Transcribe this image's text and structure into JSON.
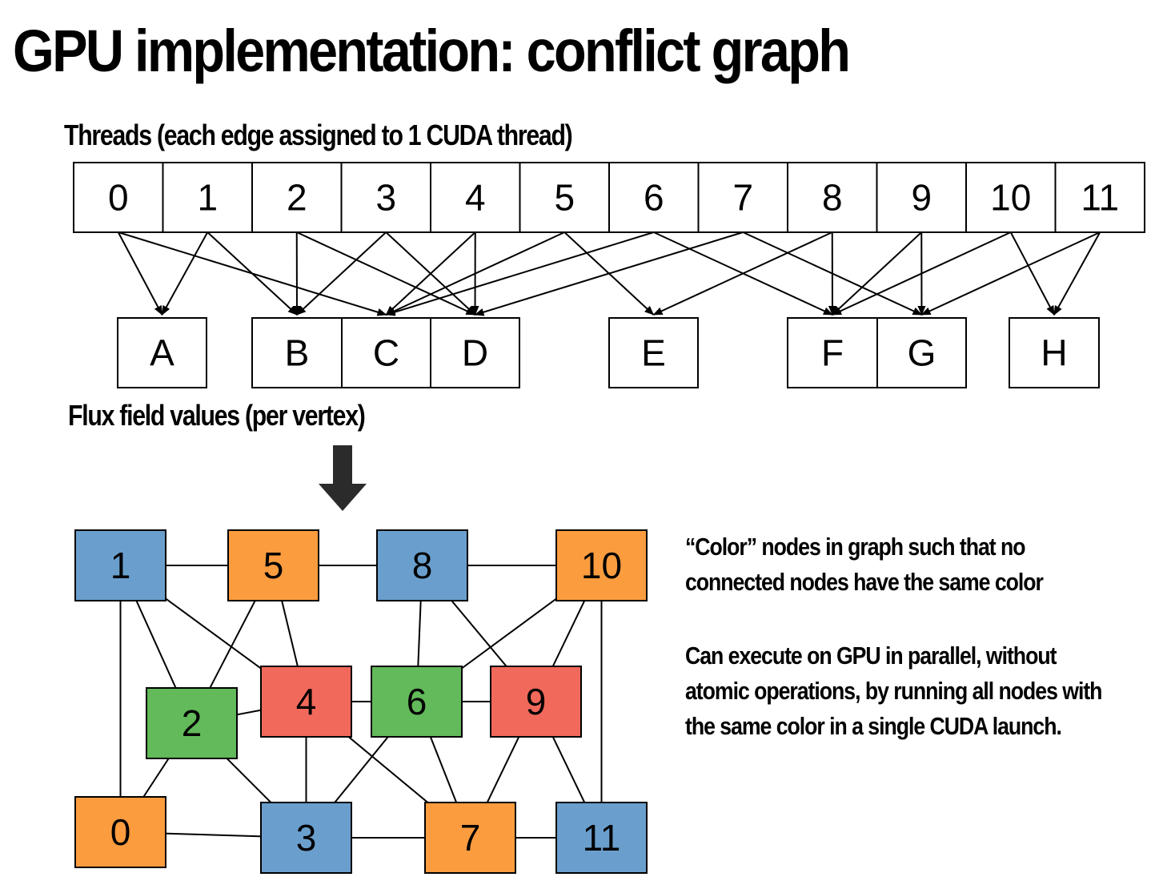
{
  "title": "GPU implementation: conflict graph",
  "threads_label": "Threads (each edge assigned to 1 CUDA thread)",
  "flux_label": "Flux field values (per vertex)",
  "threads": [
    "0",
    "1",
    "2",
    "3",
    "4",
    "5",
    "6",
    "7",
    "8",
    "9",
    "10",
    "11"
  ],
  "vertices": [
    "A",
    "B",
    "C",
    "D",
    "E",
    "F",
    "G",
    "H"
  ],
  "thread_edges": [
    {
      "thread": "0",
      "targets": [
        "A",
        "C"
      ]
    },
    {
      "thread": "1",
      "targets": [
        "A",
        "B"
      ]
    },
    {
      "thread": "2",
      "targets": [
        "B",
        "D"
      ]
    },
    {
      "thread": "3",
      "targets": [
        "B",
        "D"
      ]
    },
    {
      "thread": "4",
      "targets": [
        "C",
        "D"
      ]
    },
    {
      "thread": "5",
      "targets": [
        "C",
        "E"
      ]
    },
    {
      "thread": "6",
      "targets": [
        "C",
        "F"
      ]
    },
    {
      "thread": "7",
      "targets": [
        "D",
        "G"
      ]
    },
    {
      "thread": "8",
      "targets": [
        "E",
        "F"
      ]
    },
    {
      "thread": "9",
      "targets": [
        "F",
        "G"
      ]
    },
    {
      "thread": "10",
      "targets": [
        "F",
        "H"
      ]
    },
    {
      "thread": "11",
      "targets": [
        "G",
        "H"
      ]
    }
  ],
  "colors": {
    "blue": "#6a9fcd",
    "orange": "#fb9c3f",
    "red": "#f1695b",
    "green": "#62ba5a",
    "arrow": "#2b2b2b"
  },
  "conflict_nodes": [
    {
      "id": "0",
      "color": "orange"
    },
    {
      "id": "1",
      "color": "blue"
    },
    {
      "id": "2",
      "color": "green"
    },
    {
      "id": "3",
      "color": "blue"
    },
    {
      "id": "4",
      "color": "red"
    },
    {
      "id": "5",
      "color": "orange"
    },
    {
      "id": "6",
      "color": "green"
    },
    {
      "id": "7",
      "color": "orange"
    },
    {
      "id": "8",
      "color": "blue"
    },
    {
      "id": "9",
      "color": "red"
    },
    {
      "id": "10",
      "color": "orange"
    },
    {
      "id": "11",
      "color": "blue"
    }
  ],
  "conflict_edges": [
    [
      "1",
      "5"
    ],
    [
      "5",
      "8"
    ],
    [
      "8",
      "10"
    ],
    [
      "1",
      "0"
    ],
    [
      "1",
      "2"
    ],
    [
      "1",
      "4"
    ],
    [
      "5",
      "2"
    ],
    [
      "5",
      "4"
    ],
    [
      "8",
      "6"
    ],
    [
      "8",
      "9"
    ],
    [
      "10",
      "6"
    ],
    [
      "10",
      "9"
    ],
    [
      "10",
      "11"
    ],
    [
      "2",
      "4"
    ],
    [
      "4",
      "6"
    ],
    [
      "6",
      "9"
    ],
    [
      "2",
      "0"
    ],
    [
      "2",
      "3"
    ],
    [
      "4",
      "3"
    ],
    [
      "4",
      "7"
    ],
    [
      "6",
      "3"
    ],
    [
      "6",
      "7"
    ],
    [
      "9",
      "7"
    ],
    [
      "9",
      "11"
    ],
    [
      "0",
      "3"
    ],
    [
      "3",
      "7"
    ],
    [
      "7",
      "11"
    ]
  ],
  "notes": {
    "color_lines": [
      "“Color” nodes in graph such that no",
      "connected nodes have the same color"
    ],
    "exec_lines": [
      "Can execute on GPU in parallel, without",
      "atomic operations, by running all nodes with",
      "the same color in a single CUDA launch."
    ]
  }
}
